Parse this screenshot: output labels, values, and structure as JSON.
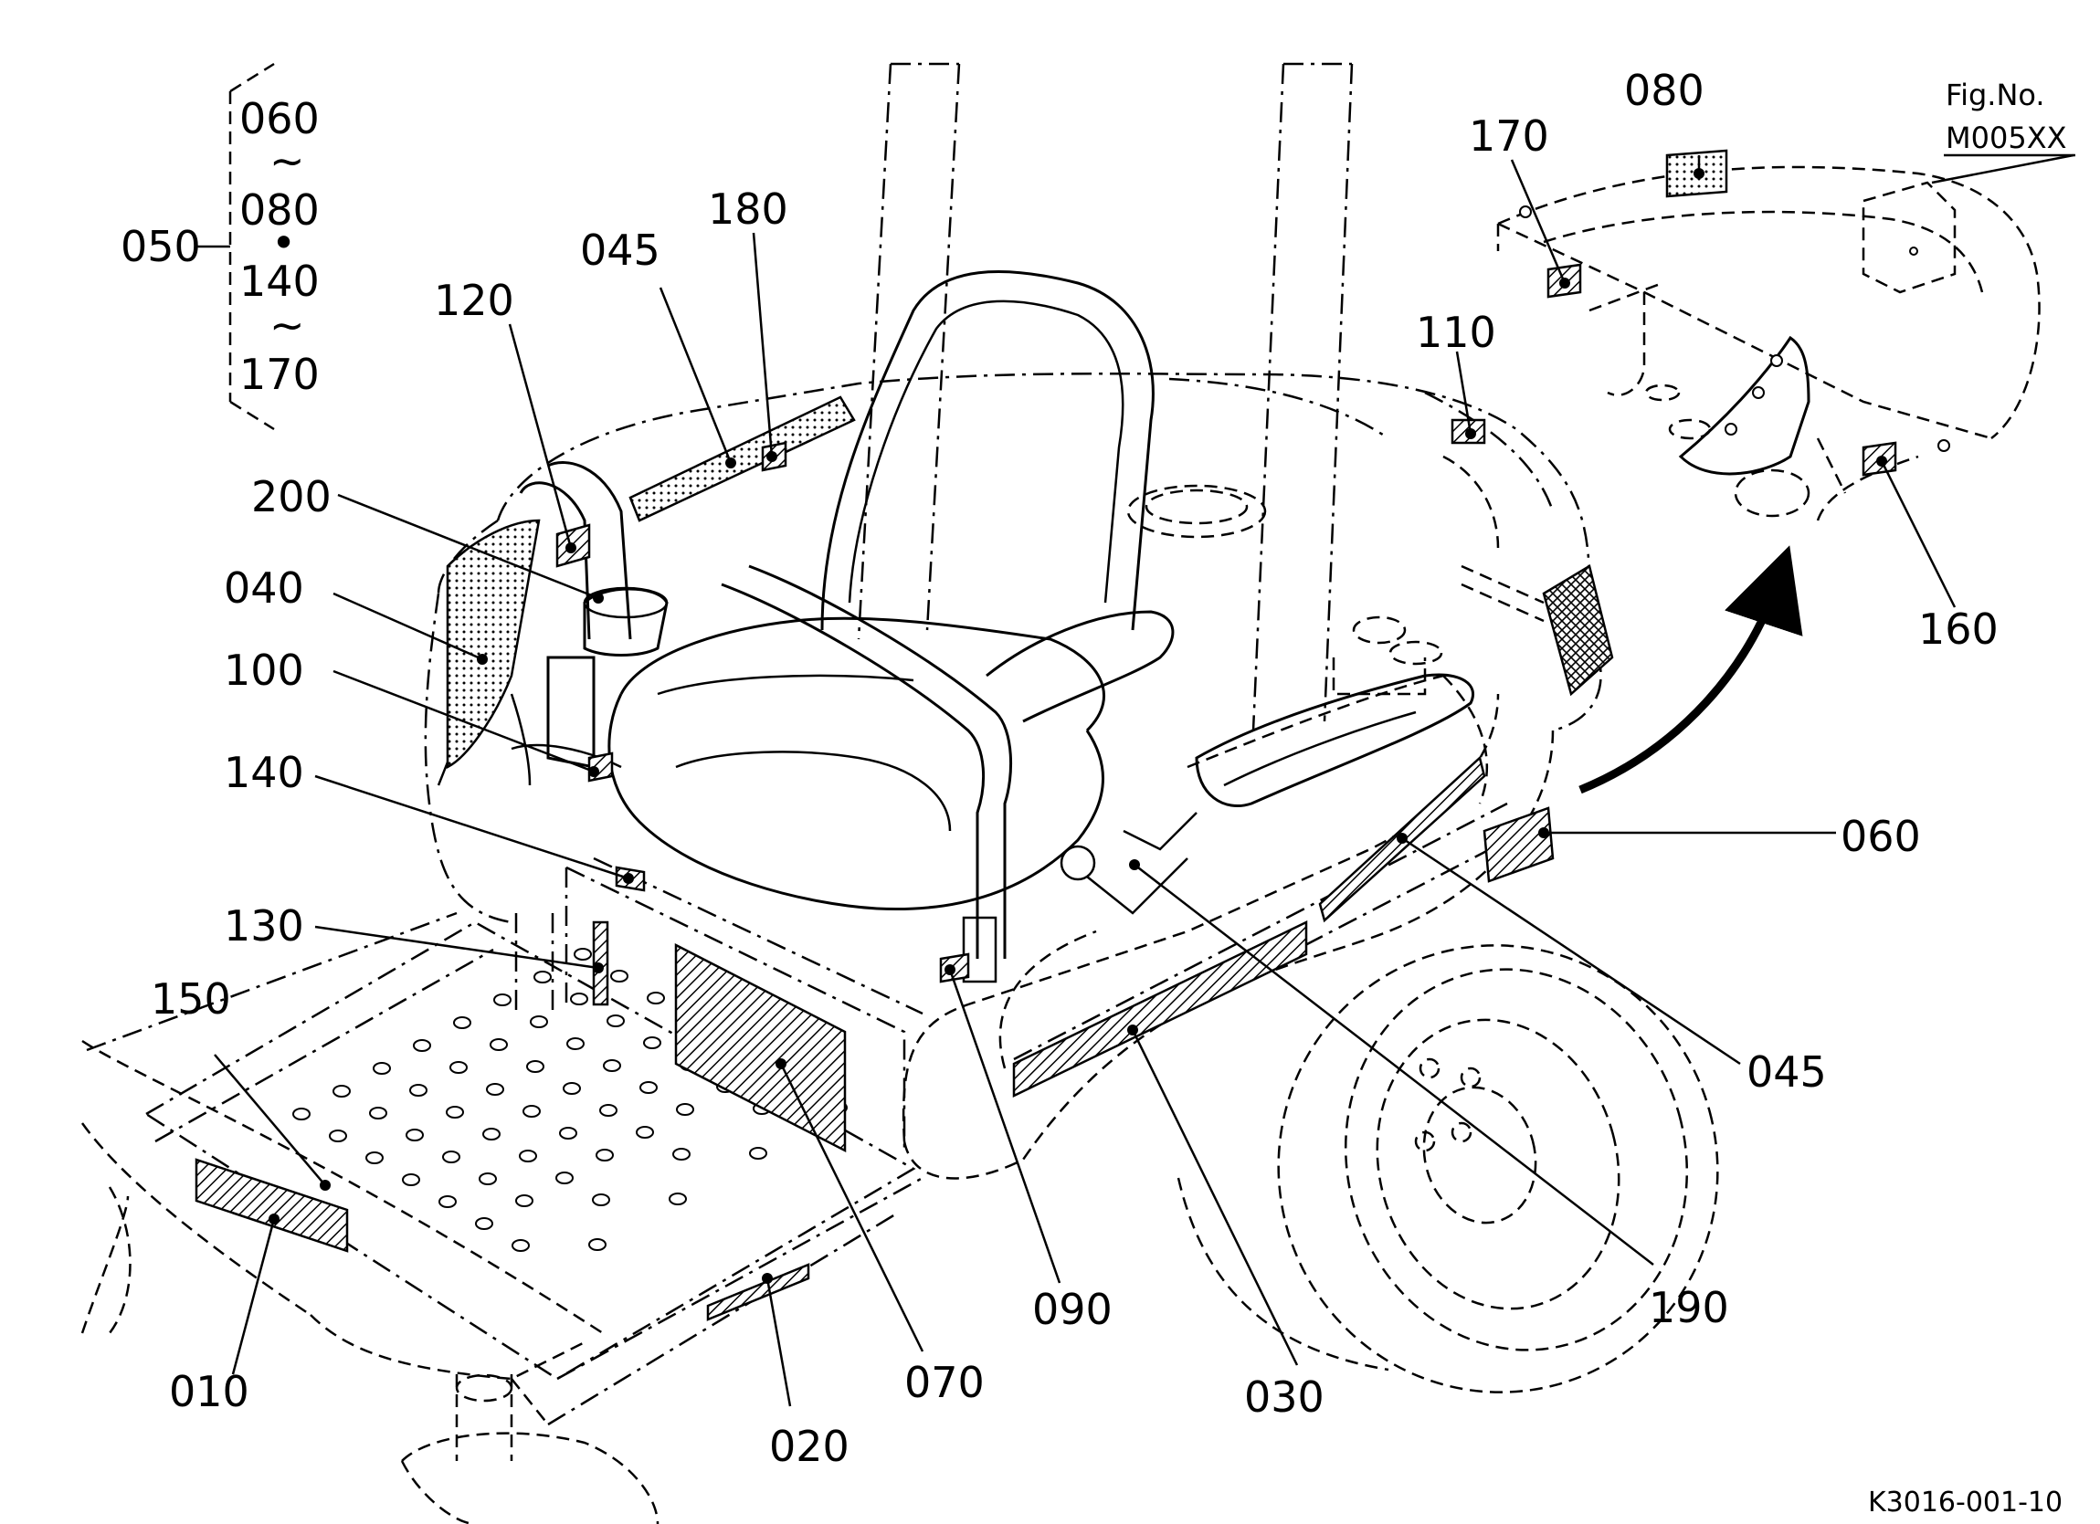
{
  "figure": {
    "fig_label": "Fig.No.",
    "fig_number": "M005XX",
    "drawing_code": "K3016-001-10"
  },
  "group": {
    "parent": "050",
    "members": [
      "060",
      "080",
      "140",
      "170"
    ],
    "range_mark": "~",
    "list_mark": "•"
  },
  "callouts": [
    {
      "id": "c010",
      "label": "010"
    },
    {
      "id": "c020",
      "label": "020"
    },
    {
      "id": "c030",
      "label": "030"
    },
    {
      "id": "c040",
      "label": "040"
    },
    {
      "id": "c045a",
      "label": "045"
    },
    {
      "id": "c045b",
      "label": "045"
    },
    {
      "id": "c060",
      "label": "060"
    },
    {
      "id": "c070",
      "label": "070"
    },
    {
      "id": "c080",
      "label": "080"
    },
    {
      "id": "c090",
      "label": "090"
    },
    {
      "id": "c100",
      "label": "100"
    },
    {
      "id": "c110",
      "label": "110"
    },
    {
      "id": "c120",
      "label": "120"
    },
    {
      "id": "c130",
      "label": "130"
    },
    {
      "id": "c140",
      "label": "140"
    },
    {
      "id": "c150",
      "label": "150"
    },
    {
      "id": "c160",
      "label": "160"
    },
    {
      "id": "c170",
      "label": "170"
    },
    {
      "id": "c180",
      "label": "180"
    },
    {
      "id": "c190",
      "label": "190"
    },
    {
      "id": "c200",
      "label": "200"
    }
  ]
}
